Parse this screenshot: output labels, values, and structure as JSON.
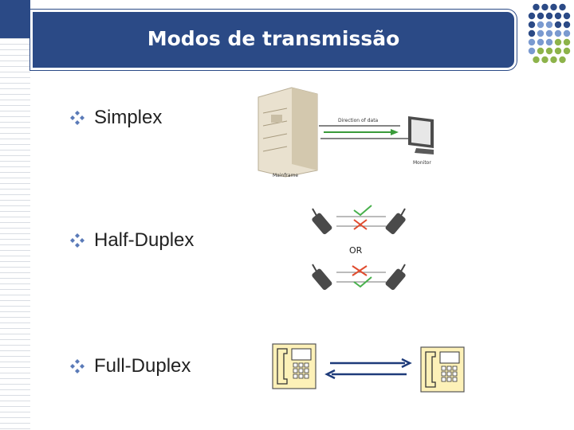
{
  "title": "Modos de transmissão",
  "bullets": [
    {
      "label": "Simplex"
    },
    {
      "label": "Half-Duplex"
    },
    {
      "label": "Full-Duplex"
    }
  ],
  "simplex_figure": {
    "arrow_label": "Direction of data",
    "left_label": "Mainframe",
    "right_label": "Monitor"
  },
  "half_duplex_figure": {
    "or_label": "OR"
  },
  "colors": {
    "title_bg": "#2b4a86",
    "bullet": "#5a7ab8",
    "dot_blue": "#2b4a86",
    "dot_light": "#7a9ad0",
    "dot_green": "#8db34a"
  }
}
